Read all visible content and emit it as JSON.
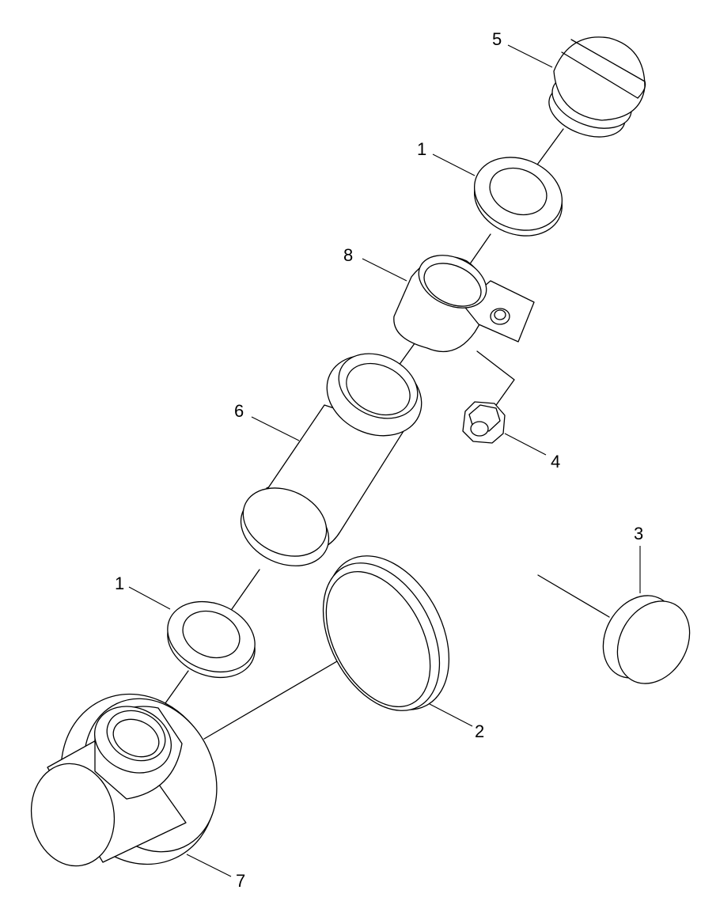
{
  "callouts": {
    "part_5": "5",
    "part_1_top": "1",
    "part_8": "8",
    "part_6": "6",
    "part_4": "4",
    "part_3": "3",
    "part_1_bottom": "1",
    "part_2": "2",
    "part_7": "7"
  },
  "colors": {
    "stroke": "#000000",
    "fill": "#ffffff"
  }
}
